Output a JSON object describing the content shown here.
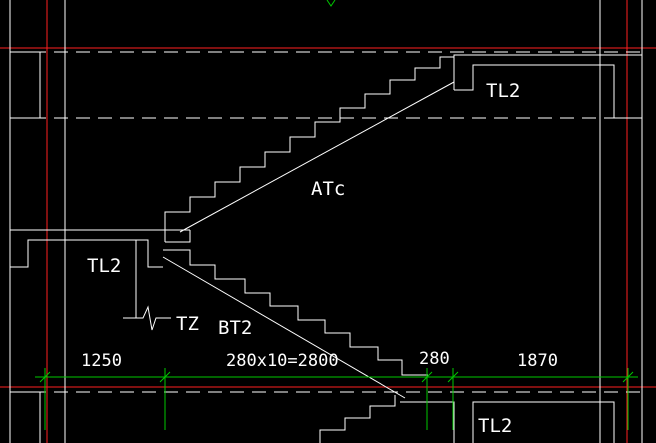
{
  "drawing": {
    "colors": {
      "background": "#000000",
      "linework": "#ffffff",
      "axis": "#ff2020",
      "dimension": "#00c800"
    },
    "labels": {
      "tl2_top": "TL2",
      "atc": "ATc",
      "tl2_left": "TL2",
      "tz": "TZ",
      "bt2": "BT2",
      "tl2_bottom": "TL2"
    },
    "dimensions": {
      "d1": "1250",
      "d2": "280x10=2800",
      "d3": "280",
      "d4": "1870"
    }
  }
}
